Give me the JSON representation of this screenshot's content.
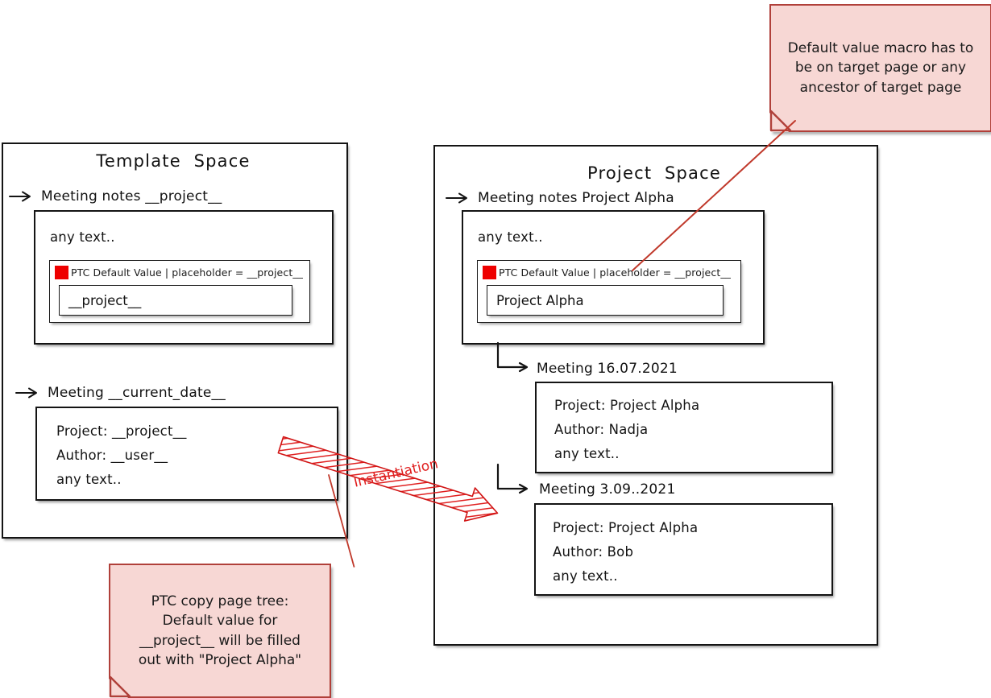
{
  "diagram": {
    "title_template_space": "Template  Space",
    "title_project_space": "Project  Space"
  },
  "template_space": {
    "pages": [
      {
        "arrow_icon": "right-arrow-icon",
        "title": "Meeting notes __project__",
        "body_text": "any text..",
        "macro": {
          "chip_color": "#ee0000",
          "header": "PTC Default Value | placeholder = __project__",
          "value": "__project__"
        }
      },
      {
        "arrow_icon": "right-arrow-icon",
        "title": "Meeting __current_date__",
        "lines": [
          "Project: __project__",
          "Author: __user__",
          "any text.."
        ]
      }
    ]
  },
  "project_space": {
    "pages": [
      {
        "arrow_icon": "right-arrow-icon",
        "title": "Meeting notes Project Alpha",
        "body_text": "any text..",
        "macro": {
          "chip_color": "#ee0000",
          "header": "PTC Default Value | placeholder = __project__",
          "value": "Project Alpha"
        }
      },
      {
        "arrow_icon": "elbow-arrow-icon",
        "title": "Meeting 16.07.2021",
        "lines": [
          "Project: Project Alpha",
          "Author: Nadja",
          "any text.."
        ]
      },
      {
        "arrow_icon": "elbow-arrow-icon",
        "title": "Meeting 3.09..2021",
        "lines": [
          "Project: Project Alpha",
          "Author: Bob",
          "any text.."
        ]
      }
    ]
  },
  "notes": {
    "top_right": "Default value macro has to\nbe on target page or any\nancestor of target page",
    "bottom_left": "PTC copy page tree:\nDefault value for\n__project__ will be filled\nout with \"Project Alpha\""
  },
  "connector": {
    "instantiation_label": "Instantiation",
    "accent_color": "#e02020",
    "note_border_color": "#b0403a",
    "note_fill_color": "#f7d7d4"
  }
}
